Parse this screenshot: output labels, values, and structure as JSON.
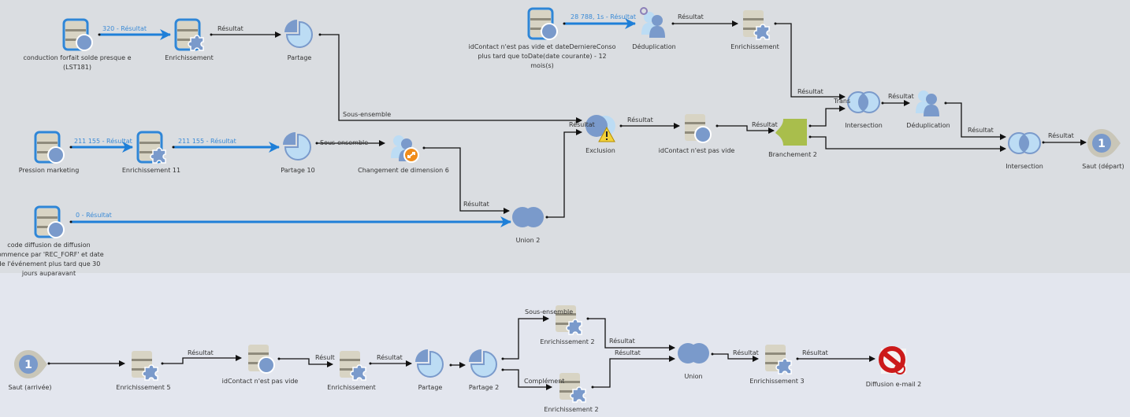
{
  "colors": {
    "top_panel": "#dadde1",
    "bottom_panel": "#e3e6ee",
    "flow_blue": "#1e7fd8",
    "connector": "#111111",
    "node_blue": "#7a9acb",
    "node_light": "#bcdcf4",
    "branch_green": "#a9be4c",
    "warning_yellow": "#f3d23a",
    "delete_red": "#cc1a1a"
  },
  "nodes": [
    {
      "id": "n1",
      "type": "query-db",
      "label": "conduction forfait solde presque e (LST181)"
    },
    {
      "id": "n2",
      "type": "enrich-db",
      "label": "Enrichissement"
    },
    {
      "id": "n3",
      "type": "split",
      "label": "Partage"
    },
    {
      "id": "n4",
      "type": "query-db",
      "label": "idContact n'est pas vide et dateDerniereConso plus tard que toDate(date courante) - 12 mois(s)"
    },
    {
      "id": "n5",
      "type": "dedup",
      "label": "Déduplication"
    },
    {
      "id": "n6",
      "type": "enrich",
      "label": "Enrichissement"
    },
    {
      "id": "n7",
      "type": "query-db",
      "label": "Pression marketing"
    },
    {
      "id": "n8",
      "type": "enrich-db",
      "label": "Enrichissement 11"
    },
    {
      "id": "n9",
      "type": "split",
      "label": "Partage 10"
    },
    {
      "id": "n10",
      "type": "change-dim",
      "label": "Changement de dimension 6"
    },
    {
      "id": "n11",
      "type": "query-db",
      "label": "code diffusion de diffusion commence par 'REC_FORF' et date de l'événement plus tard que 30 jours auparavant"
    },
    {
      "id": "n12",
      "type": "union",
      "label": "Union 2"
    },
    {
      "id": "n13",
      "type": "exclusion",
      "label": "Exclusion"
    },
    {
      "id": "n14",
      "type": "query",
      "label": "idContact n'est pas vide"
    },
    {
      "id": "n15",
      "type": "branch",
      "label": "Branchement 2"
    },
    {
      "id": "n16",
      "type": "intersection",
      "label": "Intersection"
    },
    {
      "id": "n17",
      "type": "dedup-plain",
      "label": "Déduplication"
    },
    {
      "id": "n18",
      "type": "intersection",
      "label": "Intersection"
    },
    {
      "id": "n19",
      "type": "jump",
      "label": "Saut (départ)",
      "number": "1"
    },
    {
      "id": "n20",
      "type": "jump",
      "label": "Saut (arrivée)",
      "number": "1"
    },
    {
      "id": "n21",
      "type": "enrich",
      "label": "Enrichissement 5"
    },
    {
      "id": "n22",
      "type": "query",
      "label": "idContact n'est pas vide"
    },
    {
      "id": "n23",
      "type": "enrich",
      "label": "Enrichissement"
    },
    {
      "id": "n24",
      "type": "split",
      "label": "Partage"
    },
    {
      "id": "n25",
      "type": "split",
      "label": "Partage 2"
    },
    {
      "id": "n26",
      "type": "enrich",
      "label": "Enrichissement 2"
    },
    {
      "id": "n27",
      "type": "enrich",
      "label": "Enrichissement 2"
    },
    {
      "id": "n28",
      "type": "union",
      "label": "Union"
    },
    {
      "id": "n29",
      "type": "enrich",
      "label": "Enrichissement 3"
    },
    {
      "id": "n30",
      "type": "email-delivery-error",
      "label": "Diffusion e-mail 2"
    }
  ],
  "edges": [
    {
      "from": "n1",
      "to": "n2",
      "label": "320 - Résultat",
      "active": true
    },
    {
      "from": "n2",
      "to": "n3",
      "label": "Résultat",
      "active": false
    },
    {
      "from": "n3",
      "to": "n13",
      "label": "Sous-ensemble",
      "active": false
    },
    {
      "from": "n4",
      "to": "n5",
      "label": "28 788, 1s - Résultat",
      "active": true
    },
    {
      "from": "n5",
      "to": "n6",
      "label": "Résultat",
      "active": false
    },
    {
      "from": "n6",
      "to": "n16",
      "label": "Résultat",
      "active": false
    },
    {
      "from": "n7",
      "to": "n8",
      "label": "211 155 - Résultat",
      "active": true
    },
    {
      "from": "n8",
      "to": "n9",
      "label": "211 155 - Résultat",
      "active": true
    },
    {
      "from": "n9",
      "to": "n10",
      "label": "Sous-ensemble",
      "active": false
    },
    {
      "from": "n10",
      "to": "n12",
      "label": "Résultat",
      "active": false
    },
    {
      "from": "n11",
      "to": "n12",
      "label": "0 - Résultat",
      "active": true
    },
    {
      "from": "n12",
      "to": "n13",
      "label": "Résultat",
      "active": false
    },
    {
      "from": "n13",
      "to": "n14",
      "label": "Résultat",
      "active": false
    },
    {
      "from": "n14",
      "to": "n15",
      "label": "Résultat",
      "active": false
    },
    {
      "from": "n15",
      "to": "n16",
      "label": "Trans",
      "active": false
    },
    {
      "from": "n15",
      "to": "n18",
      "label": "",
      "active": false
    },
    {
      "from": "n16",
      "to": "n17",
      "label": "Résultat",
      "active": false
    },
    {
      "from": "n17",
      "to": "n18",
      "label": "Résultat",
      "active": false
    },
    {
      "from": "n18",
      "to": "n19",
      "label": "Résultat",
      "active": false
    },
    {
      "from": "n20",
      "to": "n21",
      "label": "",
      "active": false
    },
    {
      "from": "n21",
      "to": "n22",
      "label": "Résultat",
      "active": false
    },
    {
      "from": "n22",
      "to": "n23",
      "label": "Résult",
      "active": false
    },
    {
      "from": "n23",
      "to": "n24",
      "label": "Résultat",
      "active": false
    },
    {
      "from": "n24",
      "to": "n25",
      "label": "",
      "active": false
    },
    {
      "from": "n25",
      "to": "n26",
      "label": "Sous-ensemble",
      "active": false
    },
    {
      "from": "n25",
      "to": "n27",
      "label": "Complément",
      "active": false
    },
    {
      "from": "n26",
      "to": "n28",
      "label": "Résultat",
      "active": false
    },
    {
      "from": "n27",
      "to": "n28",
      "label": "Résultat",
      "active": false
    },
    {
      "from": "n28",
      "to": "n29",
      "label": "Résultat",
      "active": false
    },
    {
      "from": "n29",
      "to": "n30",
      "label": "Résultat",
      "active": false
    }
  ]
}
